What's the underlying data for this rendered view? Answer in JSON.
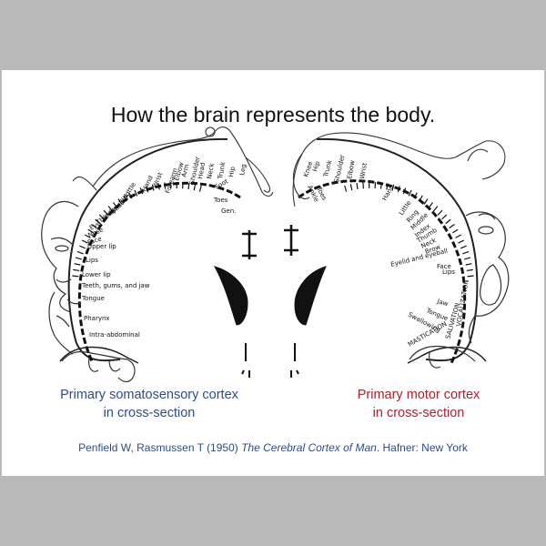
{
  "title": "How the brain represents the body.",
  "left_caption": {
    "line1": "Primary somatosensory cortex",
    "line2": "in cross-section",
    "color": "#2a4e86"
  },
  "right_caption": {
    "line1": "Primary motor cortex",
    "line2": "in cross-section",
    "color": "#b0202a"
  },
  "citation": {
    "prefix": "Penfield W, Rasmussen T (1950) ",
    "book": "The Cerebral Cortex of Man",
    "suffix": ". Hafner: New York"
  },
  "sensory_labels": {
    "toes": "Toes",
    "gen": "Gen.",
    "foot": "Foot",
    "leg": "Leg",
    "hip": "Hip",
    "trunk": "Trunk",
    "neck": "Neck",
    "head": "Head",
    "shoulder": "Shoulder",
    "arm": "Arm",
    "elbow": "Elbow",
    "forearm": "Forearm",
    "wrist": "Wrist",
    "hand": "Hand",
    "little": "Little",
    "ring": "Ring",
    "middle": "Middle",
    "index": "Index",
    "thumb": "Thumb",
    "eye": "Eye",
    "nose": "Nose",
    "face": "Face",
    "upper_lip": "Upper lip",
    "lips": "Lips",
    "lower_lip": "Lower lip",
    "teeth": "Teeth, gums, and jaw",
    "tongue": "Tongue",
    "pharynx": "Pharynx",
    "intra": "Intra-abdominal"
  },
  "motor_labels": {
    "toes": "Toes",
    "ankle": "Ankle",
    "knee": "Knee",
    "hip": "Hip",
    "trunk": "Trunk",
    "shoulder": "Shoulder",
    "elbow": "Elbow",
    "wrist": "Wrist",
    "hand": "Hand",
    "little": "Little",
    "ring": "Ring",
    "middle": "Middle",
    "index": "Index",
    "thumb": "Thumb",
    "neck": "Neck",
    "brow": "Brow",
    "eyelid": "Eyelid and eyeball",
    "face": "Face",
    "lips": "Lips",
    "jaw": "Jaw",
    "tongue": "Tongue",
    "swallowing": "Swallowing",
    "vocalization": "VOCALIZATION",
    "salivation": "SALIVATION",
    "mastication": "MASTICATION"
  }
}
